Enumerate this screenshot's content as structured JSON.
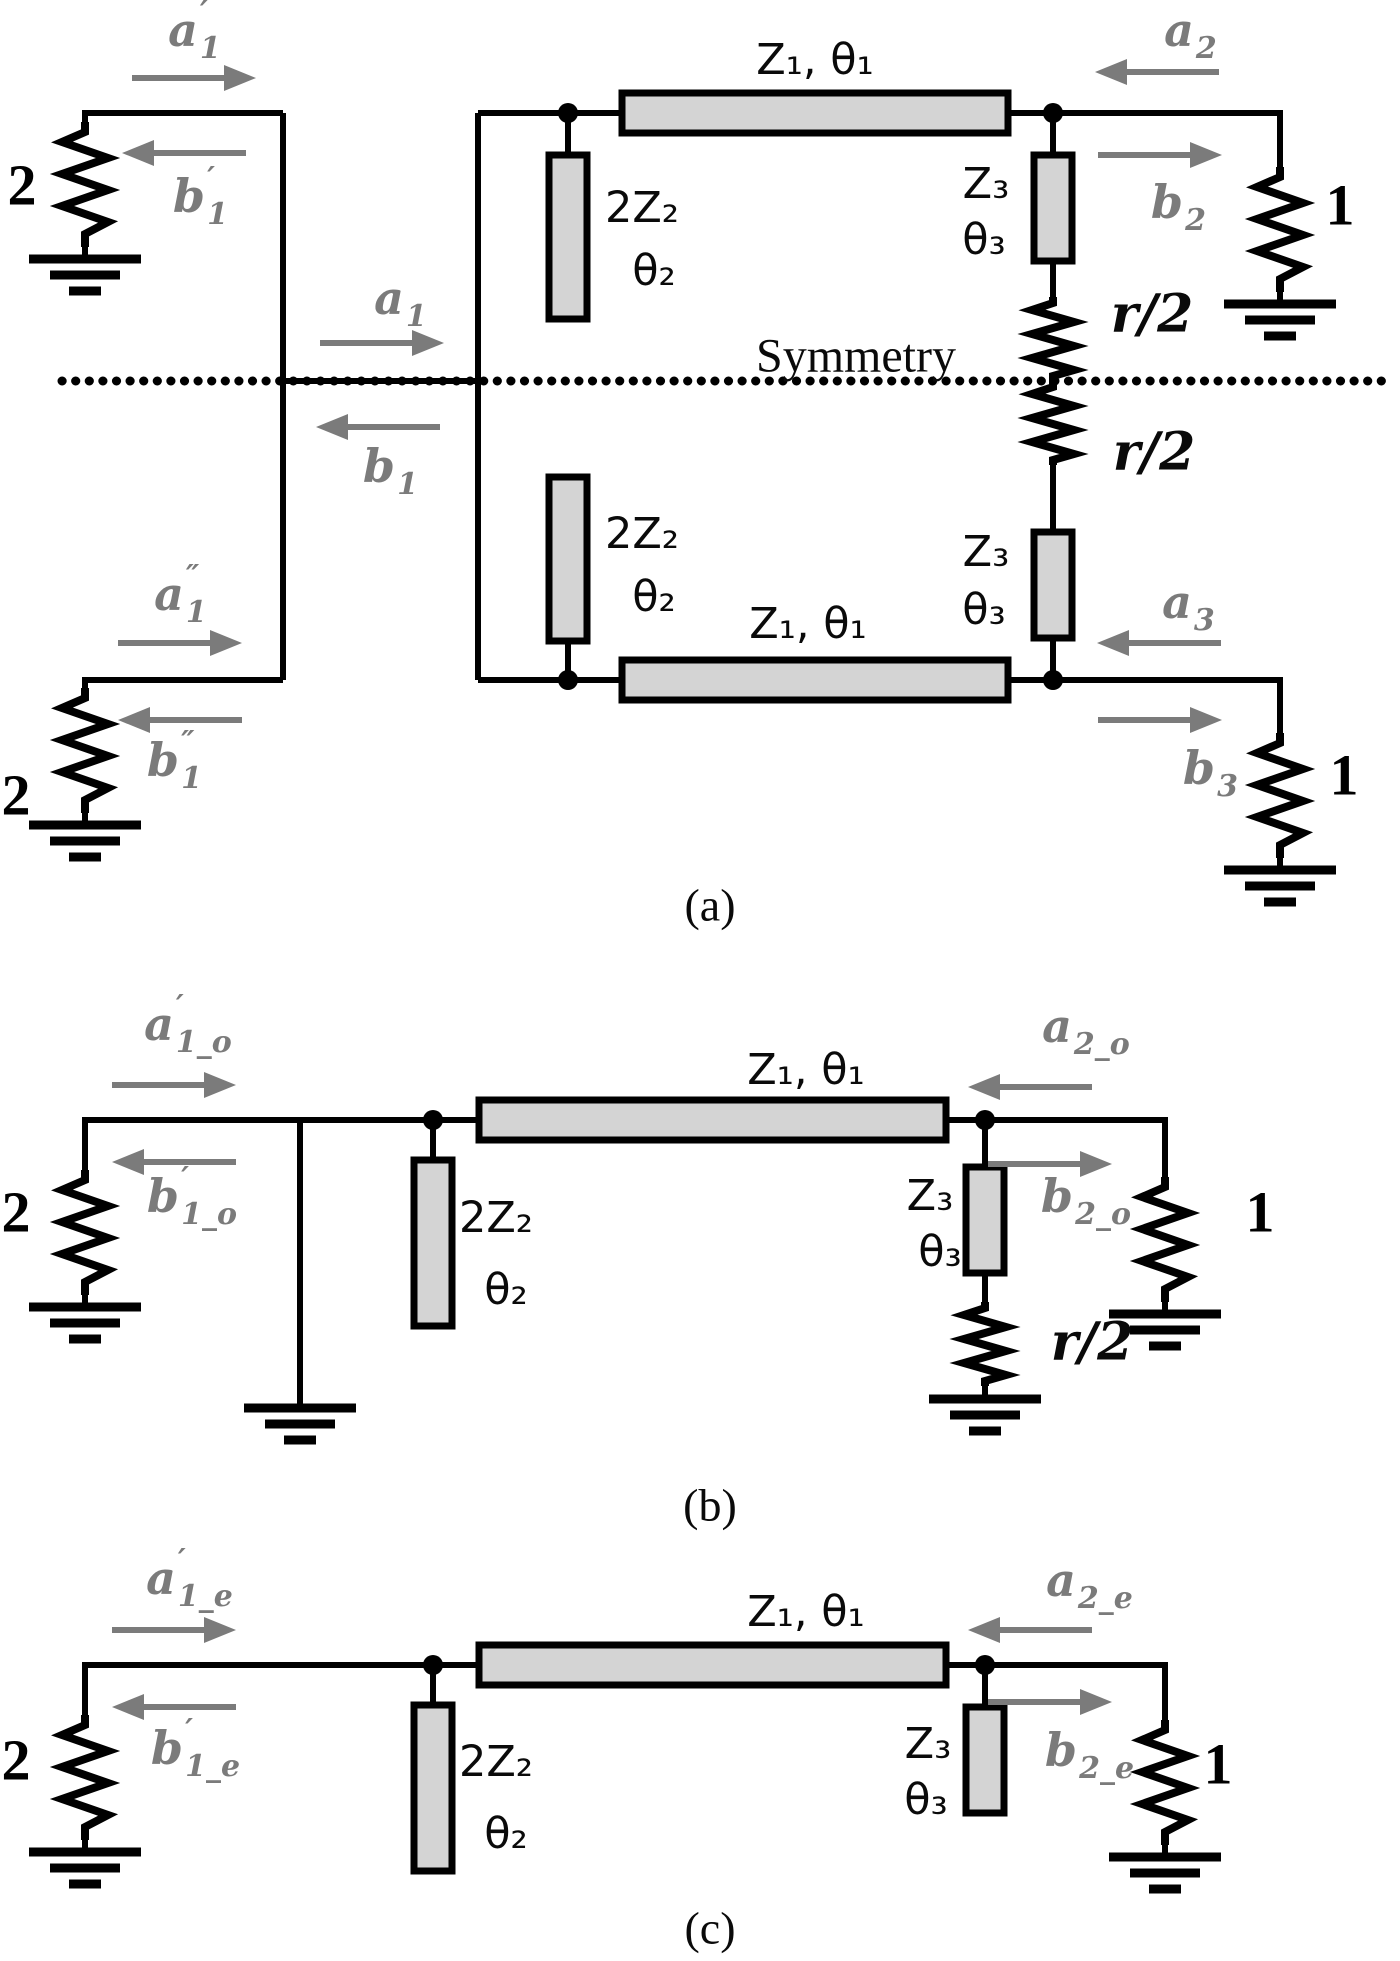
{
  "components": {
    "main_line": "Z₁, θ₁",
    "shunt_stub_impedance": "2Z₂",
    "shunt_stub_angle": "θ₂",
    "series_stub_impedance": "Z₃",
    "series_stub_angle": "θ₃",
    "isolation_resistor": "r/2"
  },
  "ports": {
    "port1": "1",
    "port2": "2"
  },
  "symmetry_label": "Symmetry",
  "captions": {
    "a": "(a)",
    "b": "(b)",
    "c": "(c)"
  },
  "waves": {
    "a": {
      "a1_in": {
        "base": "a",
        "prime": "′",
        "sub": "1"
      },
      "b1_out": {
        "base": "b",
        "prime": "′",
        "sub": "1"
      },
      "a1": {
        "base": "a",
        "prime": "",
        "sub": "1"
      },
      "b1": {
        "base": "b",
        "prime": "",
        "sub": "1"
      },
      "a1_dbl": {
        "base": "a",
        "prime": "″",
        "sub": "1"
      },
      "b1_dbl": {
        "base": "b",
        "prime": "″",
        "sub": "1"
      },
      "a2": {
        "base": "a",
        "prime": "",
        "sub": "2"
      },
      "b2": {
        "base": "b",
        "prime": "",
        "sub": "2"
      },
      "a3": {
        "base": "a",
        "prime": "",
        "sub": "3"
      },
      "b3": {
        "base": "b",
        "prime": "",
        "sub": "3"
      }
    },
    "b": {
      "a1": {
        "base": "a",
        "prime": "′",
        "sub": "1_o"
      },
      "b1": {
        "base": "b",
        "prime": "′",
        "sub": "1_o"
      },
      "a2": {
        "base": "a",
        "prime": "",
        "sub": "2_o"
      },
      "b2": {
        "base": "b",
        "prime": "",
        "sub": "2_o"
      }
    },
    "c": {
      "a1": {
        "base": "a",
        "prime": "′",
        "sub": "1_e"
      },
      "b1": {
        "base": "b",
        "prime": "′",
        "sub": "1_e"
      },
      "a2": {
        "base": "a",
        "prime": "",
        "sub": "2_e"
      },
      "b2": {
        "base": "b",
        "prime": "",
        "sub": "2_e"
      }
    }
  },
  "colors": {
    "wire": "#000000",
    "component_fill": "#d4d4d4",
    "wave_label": "#7b7b7b"
  }
}
